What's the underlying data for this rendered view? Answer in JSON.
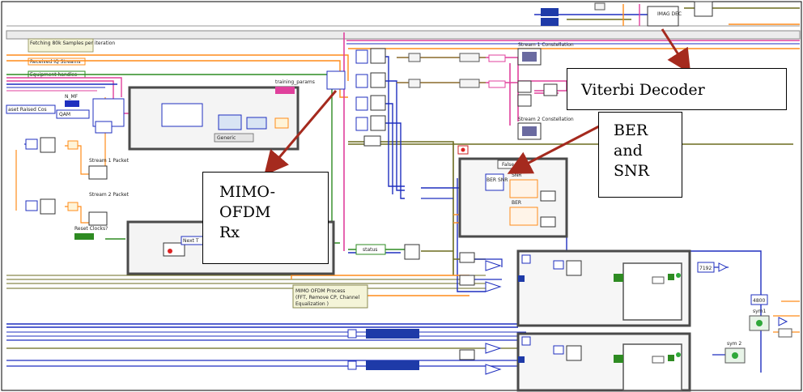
{
  "callouts": {
    "viterbi": "Viterbi Decoder",
    "ber_snr": [
      "BER",
      "and",
      "SNR"
    ],
    "mimo_ofdm_rx": [
      "MIMO-",
      "OFDM",
      "Rx"
    ]
  },
  "labels": {
    "fetching": "Fetching 80k Samples per iteration",
    "received_iq": "Received IQ Streams",
    "equipment_handles": "Equipment handles",
    "training_params": "training_params",
    "n_mf": "N_MF",
    "qam": "QAM",
    "raised_cos": "aset Raised Cos",
    "stream1_packet": "Stream 1 Packet",
    "stream2_packet": "Stream 2 Packet",
    "reset_clocks": "Reset Clocks?",
    "next_t": "Next T",
    "generic": "Generic",
    "stream1_constellation": "Stream 1 Constellation",
    "stream2_constellation": "Stream 2 Constellation",
    "false_case": "False",
    "snr": "SNR",
    "ber": "BER",
    "ber_snr_vi": "BER SNR",
    "status": "status",
    "mimo_process": "MIMO OFDM Process (FFT, Remove CP, Channel Equalization)",
    "const_7192": "7192",
    "const_4800": "4800",
    "sym1": "sym1",
    "sym2": "sym 2",
    "imag_dec": "IMAG DEC"
  },
  "colors": {
    "wire_pink": "#e0409c",
    "wire_orange": "#ff8c1a",
    "wire_blue": "#1f2fbf",
    "wire_green": "#2e8b22",
    "wire_olive": "#6b6b1f",
    "wire_brown": "#8a6a2a",
    "arrow": "#a52a1e",
    "frame": "#4a4a4a",
    "node_blue": "#1e3aa8",
    "indicator_green": "#2fa83a"
  }
}
